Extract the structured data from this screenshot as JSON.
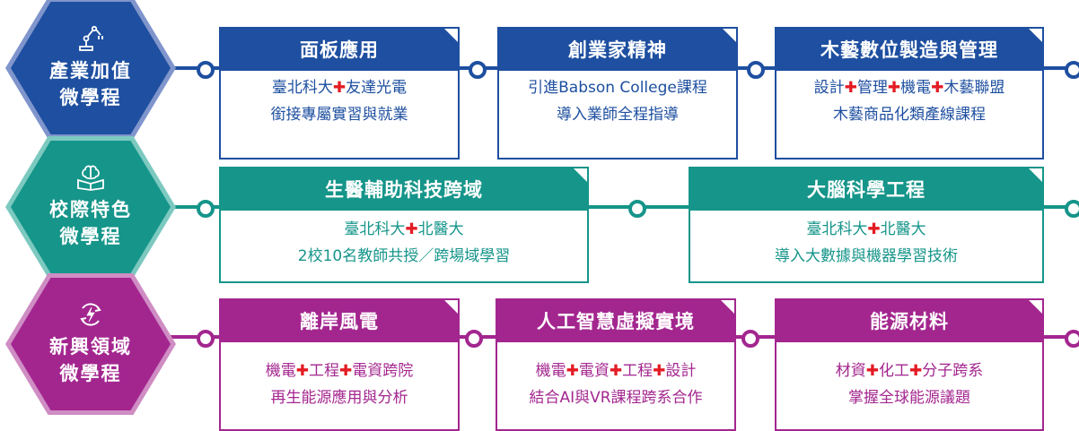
{
  "colors": {
    "blue": "#1e4fa0",
    "blue_light": "#7f95cc",
    "teal": "#16958a",
    "teal_light": "#7cc9c0",
    "purple": "#a3268f",
    "purple_light": "#cf8dc4",
    "plus": "#e31b23"
  },
  "rows": [
    {
      "category": {
        "line1": "產業加值",
        "line2": "微學程",
        "icon": "robot-arm-icon"
      },
      "cards": [
        {
          "title": "面板應用",
          "body1": {
            "a": "臺北科大",
            "plus": "✚",
            "b": "友達光電"
          },
          "body2": "銜接專屬實習與就業"
        },
        {
          "title": "創業家精神",
          "body1": {
            "a": "引進Babson College課程"
          },
          "body2": "導入業師全程指導"
        },
        {
          "title": "木藝數位製造與管理",
          "body1": {
            "a": "設計",
            "plus": "✚",
            "b": "管理",
            "plus2": "✚",
            "c": "機電",
            "plus3": "✚",
            "d": "木藝聯盟"
          },
          "body2": "木藝商品化類產線課程"
        }
      ]
    },
    {
      "category": {
        "line1": "校際特色",
        "line2": "微學程",
        "icon": "brain-book-icon"
      },
      "cards": [
        {
          "title": "生醫輔助科技跨域",
          "body1": {
            "a": "臺北科大",
            "plus": "✚",
            "b": "北醫大"
          },
          "body2": "2校10名教師共授／跨場域學習"
        },
        {
          "title": "大腦科學工程",
          "body1": {
            "a": "臺北科大",
            "plus": "✚",
            "b": "北醫大"
          },
          "body2": "導入大數據與機器學習技術"
        }
      ]
    },
    {
      "category": {
        "line1": "新興領域",
        "line2": "微學程",
        "icon": "energy-cycle-icon"
      },
      "cards": [
        {
          "title": "離岸風電",
          "body1": {
            "a": "機電",
            "plus": "✚",
            "b": "工程",
            "plus2": "✚",
            "c": "電資跨院"
          },
          "body2": "再生能源應用與分析"
        },
        {
          "title": "人工智慧虛擬實境",
          "body1": {
            "a": "機電",
            "plus": "✚",
            "b": "電資",
            "plus2": "✚",
            "c": "工程",
            "plus3": "✚",
            "d": "設計"
          },
          "body2": "結合AI與VR課程跨系合作"
        },
        {
          "title": "能源材料",
          "body1": {
            "a": "材資",
            "plus": "✚",
            "b": "化工",
            "plus2": "✚",
            "c": "分子跨系"
          },
          "body2": "掌握全球能源議題"
        }
      ]
    }
  ]
}
